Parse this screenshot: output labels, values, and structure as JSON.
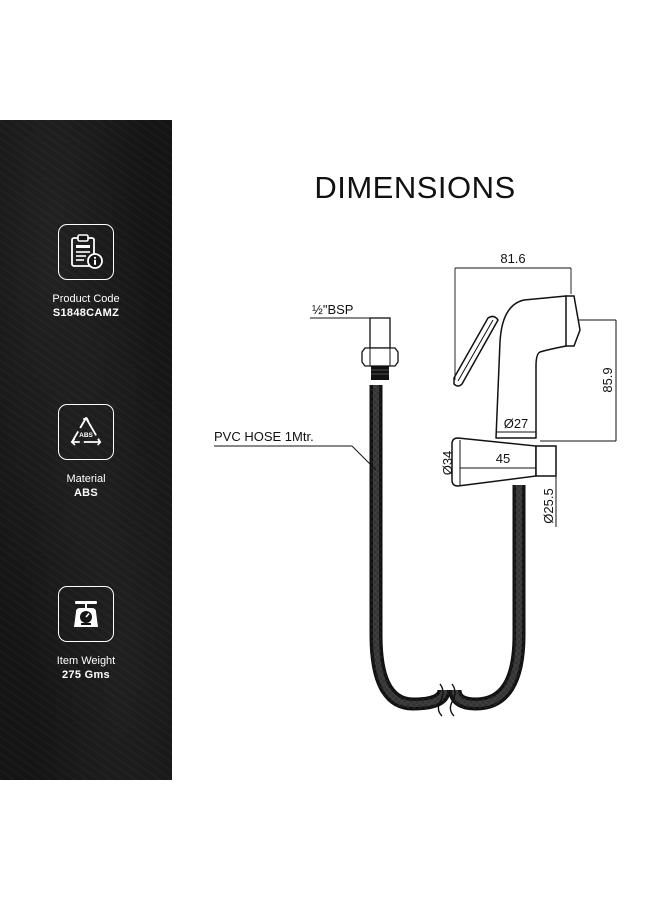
{
  "heading": "DIMENSIONS",
  "sidebar": {
    "features": [
      {
        "icon": "clipboard-info-icon",
        "label": "Product Code",
        "value": "S1848CAMZ"
      },
      {
        "icon": "recycle-abs-icon",
        "label": "Material",
        "value": "ABS",
        "icon_text": "ABS"
      },
      {
        "icon": "weighing-scale-icon",
        "label": "Item Weight",
        "value": "275 Gms"
      }
    ]
  },
  "diagram": {
    "hose_label": "PVC HOSE 1Mtr.",
    "thread_label": "½\"BSP",
    "dim_width": "81.6",
    "dim_height": "85.9",
    "dim_neck_dia": "Ø27",
    "dim_holder_len": "45",
    "dim_holder_dia": "Ø34",
    "dim_base_dia": "Ø25.5"
  },
  "colors": {
    "sidebar_bg": "#141414",
    "ink": "#111111"
  }
}
